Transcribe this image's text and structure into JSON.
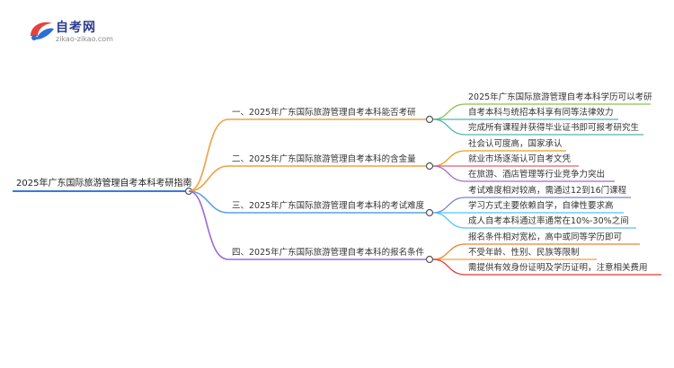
{
  "logo": {
    "title": "自考网",
    "subtitle": "zikao-zikao.com"
  },
  "root": {
    "label": "2025年广东国际旅游管理自考本科考研指南",
    "color": "#3a7bd5"
  },
  "branches": [
    {
      "label": "一、2025年广东国际旅游管理自考本科能否考研",
      "color": "#f0a040",
      "children": [
        {
          "label": "2025年广东国际旅游管理自考本科学历可以考研",
          "color": "#8bc34a"
        },
        {
          "label": "自考本科与统招本科享有同等法律效力",
          "color": "#4db6ac"
        },
        {
          "label": "完成所有课程并获得毕业证书即可报考研究生",
          "color": "#4db6ac"
        }
      ]
    },
    {
      "label": "二、2025年广东国际旅游管理自考本科的含金量",
      "color": "#f0a040",
      "children": [
        {
          "label": "社会认可度高，国家承认",
          "color": "#e0a020"
        },
        {
          "label": "就业市场逐渐认可自考文凭",
          "color": "#e06070"
        },
        {
          "label": "在旅游、酒店管理等行业竞争力突出",
          "color": "#9c6bd0"
        }
      ]
    },
    {
      "label": "三、2025年广东国际旅游管理自考本科的考试难度",
      "color": "#5aa0e0",
      "children": [
        {
          "label": "考试难度相对较高，需通过12到16门课程",
          "color": "#7986cb"
        },
        {
          "label": "学习方式主要依赖自学，自律性要求高",
          "color": "#4fc3f7"
        },
        {
          "label": "成人自考本科通过率通常在10%-30%之间",
          "color": "#4fc3f7"
        }
      ]
    },
    {
      "label": "四、2025年广东国际旅游管理自考本科的报名条件",
      "color": "#9c6bd0",
      "children": [
        {
          "label": "报名条件相对宽松，高中或同等学历即可",
          "color": "#f08030"
        },
        {
          "label": "不受年龄、性别、民族等限制",
          "color": "#f0a040"
        },
        {
          "label": "需提供有效身份证明及学历证明，注意相关费用",
          "color": "#e53935"
        }
      ]
    }
  ]
}
